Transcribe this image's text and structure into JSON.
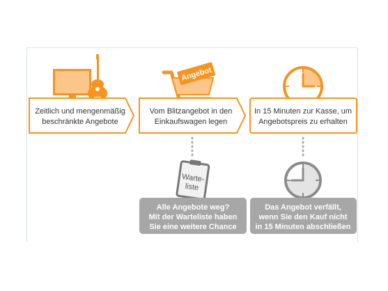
{
  "colors": {
    "accent": "#f7941d",
    "accent_light": "#fbc68a",
    "gray_box": "#a7a7a7",
    "gray_dark": "#8c8c8c",
    "dots": "#b0b0b0",
    "text": "#333333"
  },
  "icons": [
    "tv-icon",
    "guitar-icon",
    "shopping-cart-icon",
    "angebot-tag",
    "clock-icon",
    "clipboard-icon",
    "clock-gray-icon"
  ],
  "steps": [
    {
      "line1": "Zeitlich und mengenmäßig",
      "line2": "beschränkte Angebote"
    },
    {
      "line1": "Vom Blitzangebot in den",
      "line2": "Einkaufswagen legen"
    },
    {
      "line1": "In 15 Minuten zur Kasse, um",
      "line2": "Angebotspreis zu erhalten"
    }
  ],
  "tag_label": "Angebot",
  "clipboard_label": {
    "line1": "Warte-",
    "line2": "liste"
  },
  "outcomes": [
    {
      "line1": "Alle Angebote weg?",
      "line2": "Mit der Warteliste haben",
      "line3": "Sie eine weitere Chance"
    },
    {
      "line1": "Das Angebot verfällt,",
      "line2": "wenn Sie den Kauf nicht",
      "line3": "in 15 Minuten abschließen"
    }
  ]
}
